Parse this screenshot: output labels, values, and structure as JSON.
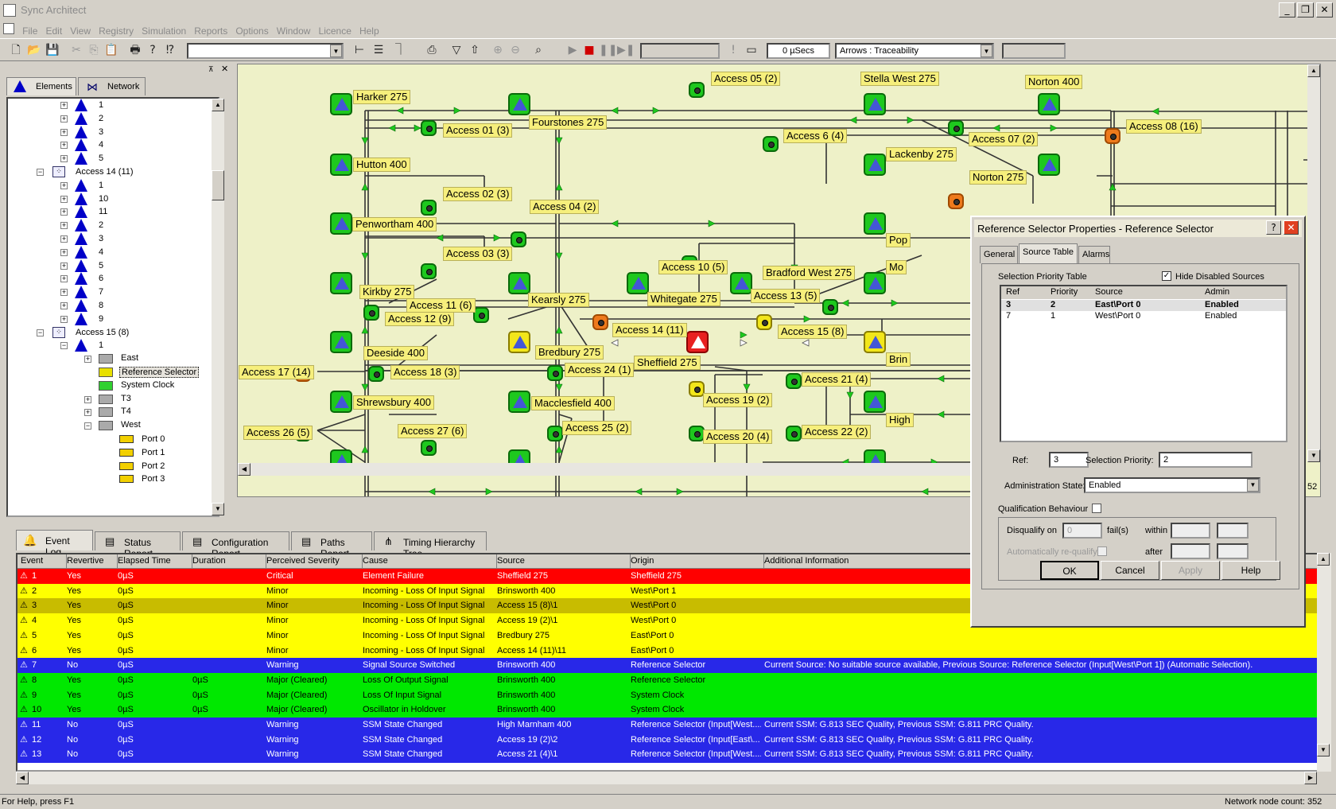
{
  "app": {
    "title": "Sync Architect"
  },
  "menu": [
    "File",
    "Edit",
    "View",
    "Registry",
    "Simulation",
    "Reports",
    "Options",
    "Window",
    "Licence",
    "Help"
  ],
  "toolbar": {
    "time_value": "0 µSecs",
    "arrows_combo": "Arrows : Traceability"
  },
  "left_tabs": {
    "elements": "Elements",
    "network": "Network"
  },
  "tree": {
    "access13_children": [
      "1",
      "2",
      "3",
      "4",
      "5"
    ],
    "access14": "Access 14 (11)",
    "access14_children": [
      "1",
      "10",
      "11",
      "2",
      "3",
      "4",
      "5",
      "6",
      "7",
      "8",
      "9"
    ],
    "access15": "Access 15 (8)",
    "access15_child": "1",
    "items": [
      "East",
      "Reference Selector",
      "System Clock",
      "T3",
      "T4",
      "West"
    ],
    "ports": [
      "Port 0",
      "Port 1",
      "Port 2",
      "Port 3"
    ]
  },
  "map": {
    "labels": [
      "Harker 275",
      "Access 05 (2)",
      "Stella West 275",
      "Norton 400",
      "Fourstones 275",
      "Access 01 (3)",
      "Access 6 (4)",
      "Access 07 (2)",
      "Access 08 (16)",
      "Hutton 400",
      "Lackenby 275",
      "Norton 275",
      "Access 02 (3)",
      "Access 04 (2)",
      "Penwortham 400",
      "Access 03 (3)",
      "Access 10 (5)",
      "Bradford West 275",
      "Kirkby 275",
      "Access 11 (6)",
      "Kearsly 275",
      "Whitegate 275",
      "Access 13 (5)",
      "Access 12 (9)",
      "Access 14 (11)",
      "Access 15 (8)",
      "Deeside 400",
      "Bredbury 275",
      "Sheffield 275",
      "Access 17 (14)",
      "Access 18 (3)",
      "Access 24 (1)",
      "Access 21 (4)",
      "Access 19 (2)",
      "Shrewsbury 400",
      "Macclesfield 400",
      "Access 26 (5)",
      "Access 27 (6)",
      "Access 25 (2)",
      "Access 20 (4)",
      "Access 22 (2)",
      "Pop",
      "Mo",
      "Brin",
      "High"
    ],
    "node_count_partial": "52"
  },
  "bottom_tabs": [
    "Event Log",
    "Status Report",
    "Configuration Report",
    "Paths Report",
    "Timing Hierarchy Tree"
  ],
  "event_log": {
    "columns": [
      "Event",
      "Revertive",
      "Elapsed Time",
      "Duration",
      "Perceived Severity",
      "Cause",
      "Source",
      "Origin",
      "Additional Information"
    ],
    "rows": [
      {
        "event": "1",
        "rev": "Yes",
        "elapsed": "0µS",
        "dur": "",
        "sev": "Critical",
        "cause": "Element Failure",
        "src": "Sheffield 275",
        "origin": "Sheffield 275",
        "info": "",
        "color": "#ff0000",
        "text": "#ffffff"
      },
      {
        "event": "2",
        "rev": "Yes",
        "elapsed": "0µS",
        "dur": "",
        "sev": "Minor",
        "cause": "Incoming - Loss Of Input Signal",
        "src": "Brinsworth 400",
        "origin": "West\\Port 1",
        "info": "",
        "color": "#ffff00",
        "text": "#000000"
      },
      {
        "event": "3",
        "rev": "Yes",
        "elapsed": "0µS",
        "dur": "",
        "sev": "Minor",
        "cause": "Incoming - Loss Of Input Signal",
        "src": "Access 15 (8)\\1",
        "origin": "West\\Port 0",
        "info": "",
        "color": "#c8bc00",
        "text": "#000000"
      },
      {
        "event": "4",
        "rev": "Yes",
        "elapsed": "0µS",
        "dur": "",
        "sev": "Minor",
        "cause": "Incoming - Loss Of Input Signal",
        "src": "Access 19 (2)\\1",
        "origin": "West\\Port 0",
        "info": "",
        "color": "#ffff00",
        "text": "#000000"
      },
      {
        "event": "5",
        "rev": "Yes",
        "elapsed": "0µS",
        "dur": "",
        "sev": "Minor",
        "cause": "Incoming - Loss Of Input Signal",
        "src": "Bredbury 275",
        "origin": "East\\Port 0",
        "info": "",
        "color": "#ffff00",
        "text": "#000000"
      },
      {
        "event": "6",
        "rev": "Yes",
        "elapsed": "0µS",
        "dur": "",
        "sev": "Minor",
        "cause": "Incoming - Loss Of Input Signal",
        "src": "Access 14 (11)\\11",
        "origin": "East\\Port 0",
        "info": "",
        "color": "#ffff00",
        "text": "#000000"
      },
      {
        "event": "7",
        "rev": "No",
        "elapsed": "0µS",
        "dur": "",
        "sev": "Warning",
        "cause": "Signal Source Switched",
        "src": "Brinsworth 400",
        "origin": "Reference Selector",
        "info": "Current Source: No suitable source available, Previous Source: Reference Selector (Input[West\\Port 1]) (Automatic Selection).",
        "color": "#2828e8",
        "text": "#ffffff"
      },
      {
        "event": "8",
        "rev": "Yes",
        "elapsed": "0µS",
        "dur": "0µS",
        "sev": "Major   (Cleared)",
        "cause": "Loss Of Output Signal",
        "src": "Brinsworth 400",
        "origin": "Reference Selector",
        "info": "",
        "color": "#00e800",
        "text": "#000000"
      },
      {
        "event": "9",
        "rev": "Yes",
        "elapsed": "0µS",
        "dur": "0µS",
        "sev": "Major   (Cleared)",
        "cause": "Loss Of Input Signal",
        "src": "Brinsworth 400",
        "origin": "System Clock",
        "info": "",
        "color": "#00e800",
        "text": "#000000"
      },
      {
        "event": "10",
        "rev": "Yes",
        "elapsed": "0µS",
        "dur": "0µS",
        "sev": "Major   (Cleared)",
        "cause": "Oscillator in Holdover",
        "src": "Brinsworth 400",
        "origin": "System Clock",
        "info": "",
        "color": "#00e800",
        "text": "#000000"
      },
      {
        "event": "11",
        "rev": "No",
        "elapsed": "0µS",
        "dur": "",
        "sev": "Warning",
        "cause": "SSM State Changed",
        "src": "High Marnham 400",
        "origin": "Reference Selector (Input[West....",
        "info": "Current SSM: G.813 SEC Quality, Previous SSM: G.811 PRC Quality.",
        "color": "#2828e8",
        "text": "#ffffff"
      },
      {
        "event": "12",
        "rev": "No",
        "elapsed": "0µS",
        "dur": "",
        "sev": "Warning",
        "cause": "SSM State Changed",
        "src": "Access 19 (2)\\2",
        "origin": "Reference Selector (Input[East\\...",
        "info": "Current SSM: G.813 SEC Quality, Previous SSM: G.811 PRC Quality.",
        "color": "#2828e8",
        "text": "#ffffff"
      },
      {
        "event": "13",
        "rev": "No",
        "elapsed": "0µS",
        "dur": "",
        "sev": "Warning",
        "cause": "SSM State Changed",
        "src": "Access 21 (4)\\1",
        "origin": "Reference Selector (Input[West....",
        "info": "Current SSM: G.813 SEC Quality, Previous SSM: G.811 PRC Quality.",
        "color": "#2828e8",
        "text": "#ffffff"
      }
    ]
  },
  "status": {
    "help": "For Help, press F1",
    "count": "Network node count: 352"
  },
  "dialog": {
    "title": "Reference Selector Properties - Reference Selector",
    "tabs": [
      "General",
      "Source Table",
      "Alarms"
    ],
    "section": "Selection Priority Table",
    "hide_disabled": "Hide Disabled Sources",
    "table_cols": [
      "Ref",
      "Priority",
      "Source",
      "Admin"
    ],
    "table_rows": [
      {
        "ref": "3",
        "prio": "2",
        "src": "East\\Port 0",
        "admin": "Enabled"
      },
      {
        "ref": "7",
        "prio": "1",
        "src": "West\\Port 0",
        "admin": "Enabled"
      }
    ],
    "ref_label": "Ref:",
    "ref_value": "3",
    "prio_label": "Selection Priority:",
    "prio_value": "2",
    "admin_label": "Administration State:",
    "admin_value": "Enabled",
    "qual_label": "Qualification Behaviour",
    "disq_label": "Disqualify on",
    "disq_value": "0",
    "fails": "fail(s)",
    "within": "within",
    "requalify": "Automatically re-qualify",
    "after": "after",
    "buttons": [
      "OK",
      "Cancel",
      "Apply",
      "Help"
    ]
  }
}
